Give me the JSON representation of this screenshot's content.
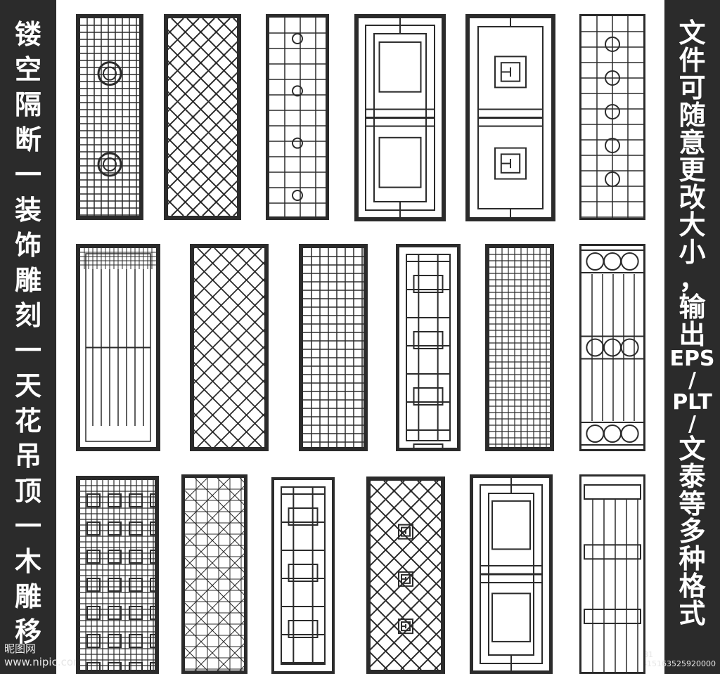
{
  "left_banner": {
    "lines": [
      "镂",
      "空",
      "隔",
      "断",
      "一",
      "装",
      "饰",
      "雕",
      "刻",
      "一",
      "天",
      "花",
      "吊",
      "顶",
      "一",
      "木",
      "雕",
      "移"
    ]
  },
  "right_banner": {
    "lines": [
      "文",
      "件",
      "可",
      "随",
      "意",
      "更",
      "改",
      "大",
      "小",
      "，",
      "输",
      "出",
      "EPS",
      "/",
      "PLT",
      "/",
      "文",
      "泰",
      "等",
      "多",
      "种",
      "格",
      "式"
    ]
  },
  "watermark_left": "昵图网 www.nipic.com",
  "watermark_right": "ID:22183381 NO:20190415163525920000",
  "panels": [
    {
      "name": "panel-r1-1",
      "pattern": "grid-medallion"
    },
    {
      "name": "panel-r1-2",
      "pattern": "diagonal-weave"
    },
    {
      "name": "panel-r1-3",
      "pattern": "fret-medallion"
    },
    {
      "name": "panel-r1-4",
      "pattern": "window-frame"
    },
    {
      "name": "panel-r1-5",
      "pattern": "fret-square"
    },
    {
      "name": "panel-r1-6",
      "pattern": "cloud-grid"
    },
    {
      "name": "panel-r2-1",
      "pattern": "vertical-bars"
    },
    {
      "name": "panel-r2-2",
      "pattern": "diagonal-lattice"
    },
    {
      "name": "panel-r2-3",
      "pattern": "grid-fret"
    },
    {
      "name": "panel-r2-4",
      "pattern": "fret-frame"
    },
    {
      "name": "panel-r2-5",
      "pattern": "fine-grid"
    },
    {
      "name": "panel-r2-6",
      "pattern": "quatrefoil-bars"
    },
    {
      "name": "panel-r3-1",
      "pattern": "dense-grid"
    },
    {
      "name": "panel-r3-2",
      "pattern": "octagon-lattice"
    },
    {
      "name": "panel-r3-3",
      "pattern": "fret-frame"
    },
    {
      "name": "panel-r3-4",
      "pattern": "diagonal-medallion"
    },
    {
      "name": "panel-r3-5",
      "pattern": "window-frame"
    },
    {
      "name": "panel-r3-6",
      "pattern": "bar-bands"
    }
  ]
}
